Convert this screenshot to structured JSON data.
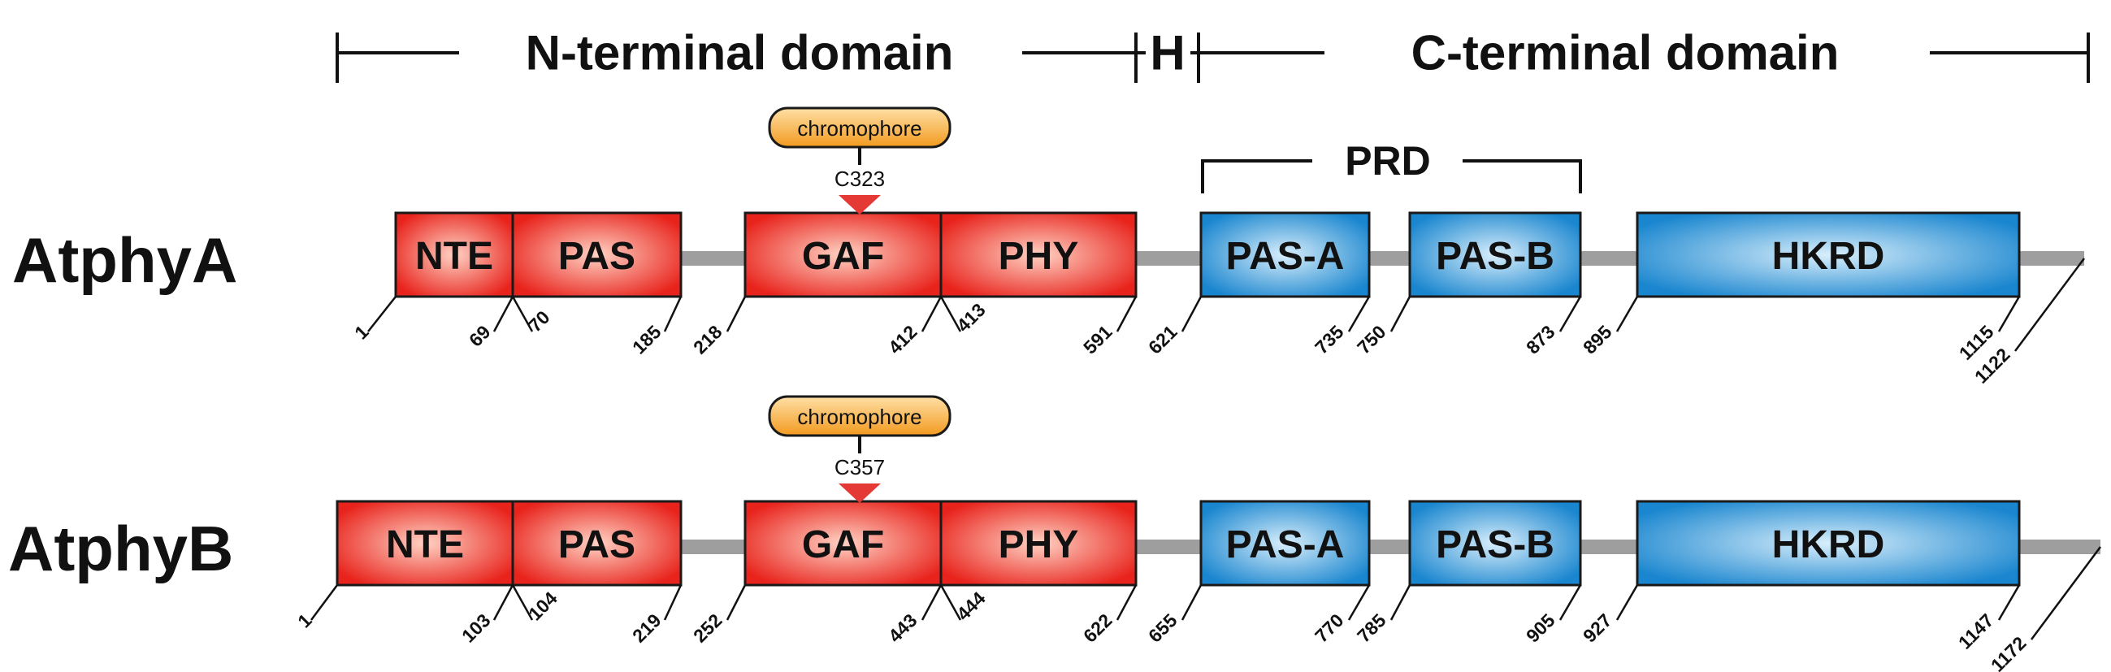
{
  "regions": [
    {
      "label": "N-terminal domain"
    },
    {
      "label": "H"
    },
    {
      "label": "C-terminal domain"
    }
  ],
  "prd": {
    "label": "PRD"
  },
  "colors": {
    "n_terminal_fill": "#e8231c",
    "n_terminal_center": "#ffd2c4",
    "c_terminal_fill": "#1a86cf",
    "c_terminal_center": "#d8eefb",
    "linker": "#9e9e9e",
    "chromophore_fill": "#f29a1f",
    "cysteine_marker": "#e53935"
  },
  "proteins": [
    {
      "name": "AtphyA",
      "chromophore": {
        "label": "chromophore",
        "cysteine": "C323"
      },
      "domains": [
        {
          "label": "NTE",
          "type": "N"
        },
        {
          "label": "PAS",
          "type": "N"
        },
        {
          "label": "GAF",
          "type": "N"
        },
        {
          "label": "PHY",
          "type": "N"
        },
        {
          "label": "PAS-A",
          "type": "C"
        },
        {
          "label": "PAS-B",
          "type": "C"
        },
        {
          "label": "HKRD",
          "type": "C"
        }
      ],
      "positions": [
        "1",
        "69",
        "70",
        "185",
        "218",
        "412",
        "413",
        "591",
        "621",
        "735",
        "750",
        "873",
        "895",
        "1115",
        "1122"
      ]
    },
    {
      "name": "AtphyB",
      "chromophore": {
        "label": "chromophore",
        "cysteine": "C357"
      },
      "domains": [
        {
          "label": "NTE",
          "type": "N"
        },
        {
          "label": "PAS",
          "type": "N"
        },
        {
          "label": "GAF",
          "type": "N"
        },
        {
          "label": "PHY",
          "type": "N"
        },
        {
          "label": "PAS-A",
          "type": "C"
        },
        {
          "label": "PAS-B",
          "type": "C"
        },
        {
          "label": "HKRD",
          "type": "C"
        }
      ],
      "positions": [
        "1",
        "103",
        "104",
        "219",
        "252",
        "443",
        "444",
        "622",
        "655",
        "770",
        "785",
        "905",
        "927",
        "1147",
        "1172"
      ]
    }
  ]
}
